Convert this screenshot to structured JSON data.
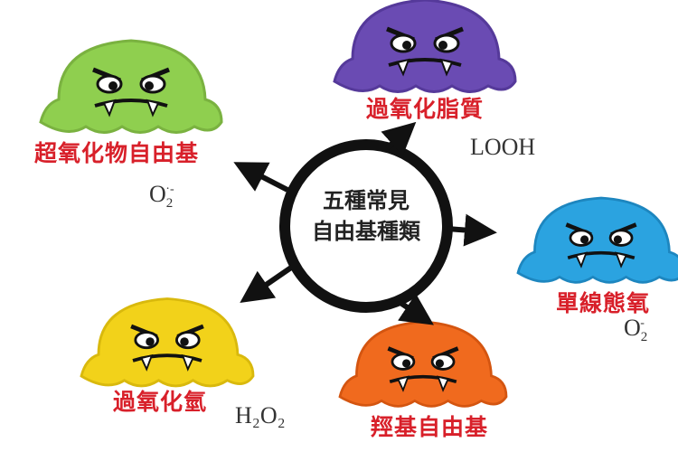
{
  "center": {
    "line1": "五種常見",
    "line2": "自由基種類"
  },
  "radicals": [
    {
      "name": "超氧化物自由基",
      "formula": "O",
      "sub": "2",
      "sup": "·-",
      "color": "#8fcf4f"
    },
    {
      "name": "過氧化脂質",
      "formula": "LOOH",
      "color": "#6a4bb3"
    },
    {
      "name": "單線態氧",
      "formula": "O",
      "sub": "2",
      "sup": "-",
      "color": "#2ba3e0"
    },
    {
      "name": "過氧化氫",
      "formula": "H₂O₂",
      "color": "#f2d21a"
    },
    {
      "name": "羥基自由基",
      "formula": "",
      "color": "#f06a1e"
    }
  ]
}
